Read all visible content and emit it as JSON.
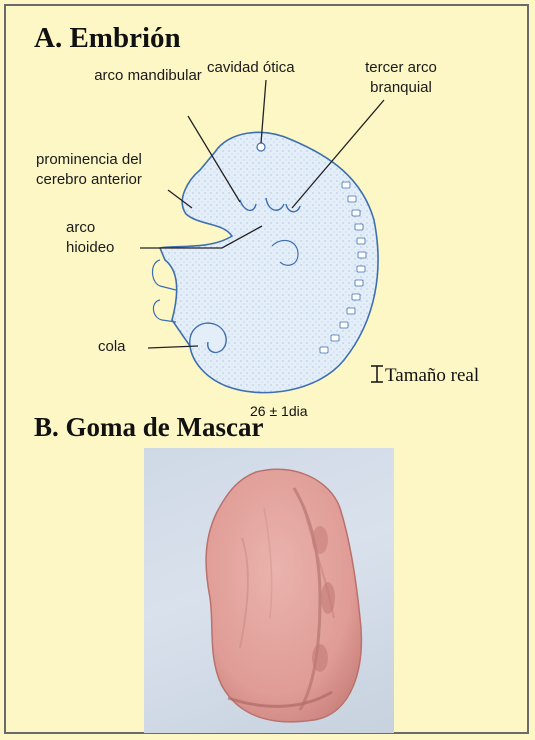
{
  "section_a": {
    "title": "A. Embrión",
    "labels": {
      "otic": "cavidad ótica",
      "third_arch": "tercer arco branquial",
      "mandibular": "arco mandibular",
      "forebrain": "prominencia del cerebro anterior",
      "hyoid": "arco hioideo",
      "tail": "cola"
    },
    "scale_label": "Tamaño real"
  },
  "section_b": {
    "title": "B. Goma de Mascar",
    "age": "26 ± 1dia"
  },
  "colors": {
    "background": "#fdf7c6",
    "embryo_fill": "#e4eef8",
    "embryo_outline": "#3d6fb0",
    "gum": "#e4a19c"
  }
}
